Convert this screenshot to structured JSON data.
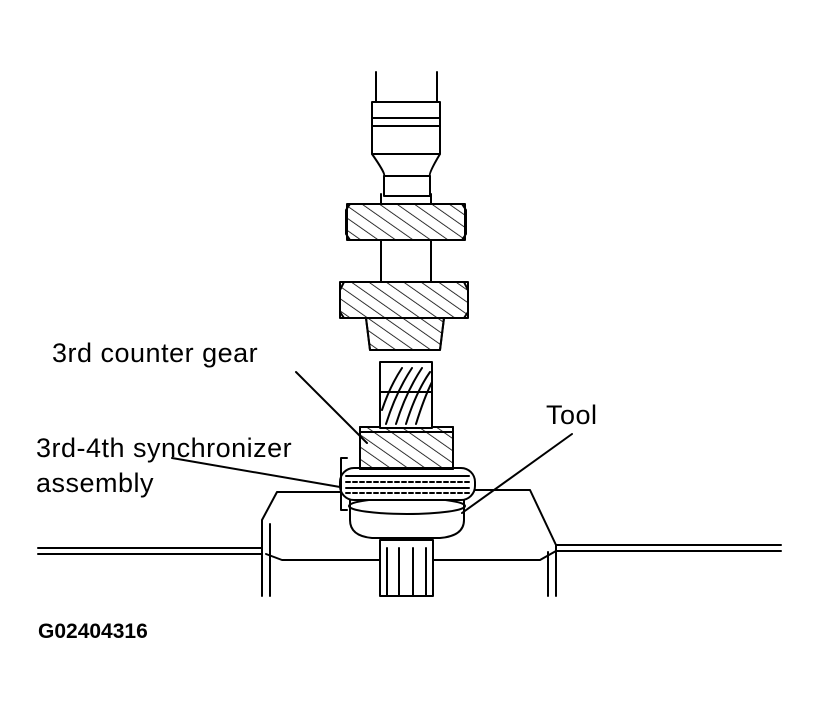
{
  "labels": {
    "counter_gear": "3rd counter gear",
    "synchronizer_line1": "3rd-4th synchronizer",
    "synchronizer_line2": "assembly",
    "tool": "Tool"
  },
  "figure_id": "G02404316",
  "colors": {
    "ink": "#000000",
    "paper": "#ffffff"
  }
}
